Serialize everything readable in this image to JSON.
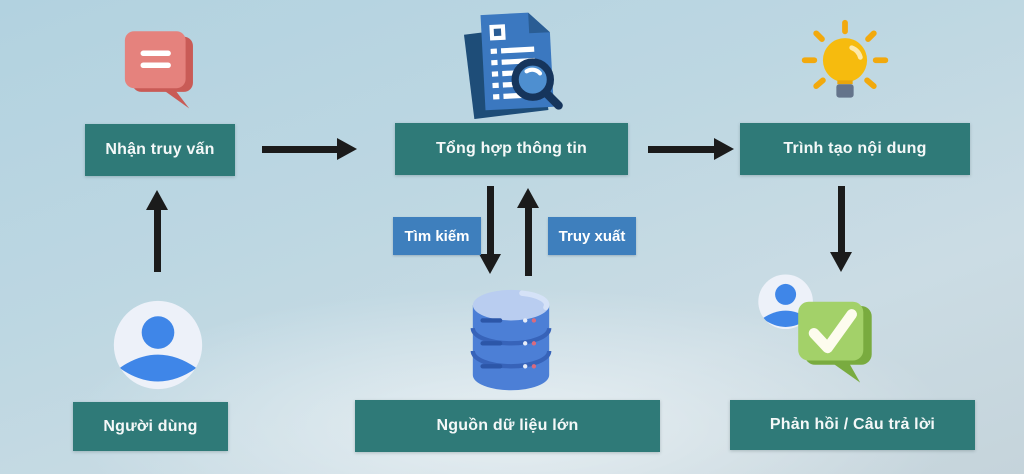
{
  "diagram": {
    "nodes": [
      {
        "id": "receive-query",
        "label": "Nhận truy vấn",
        "icon": "chat-bubble-icon"
      },
      {
        "id": "synthesize-info",
        "label": "Tổng hợp thông tin",
        "icon": "document-search-icon"
      },
      {
        "id": "content-generator",
        "label": "Trình tạo nội dung",
        "icon": "lightbulb-icon"
      },
      {
        "id": "user",
        "label": "Người dùng",
        "icon": "user-icon"
      },
      {
        "id": "data-source",
        "label": "Nguồn dữ liệu lớn",
        "icon": "database-icon"
      },
      {
        "id": "response",
        "label": "Phản hồi / Câu trả lời",
        "icon": "feedback-check-icon"
      }
    ],
    "edge_labels": [
      {
        "id": "search",
        "label": "Tìm kiếm"
      },
      {
        "id": "retrieve",
        "label": "Truy xuất"
      }
    ],
    "flow": [
      "user -> receive-query",
      "receive-query -> synthesize-info",
      "synthesize-info -> data-source (Tìm kiếm)",
      "data-source -> synthesize-info (Truy xuất)",
      "synthesize-info -> content-generator",
      "content-generator -> response"
    ],
    "colors": {
      "node_bg": "#2f7a78",
      "edge_label_bg": "#3e7fbd",
      "arrow": "#1b1b1b",
      "background_top": "#b2d2e0",
      "background_bottom": "#c5d4db",
      "bubble_red": "#e5827d",
      "doc_blue": "#3b78c0",
      "bulb_yellow": "#f6bb0e",
      "db_blue": "#4c7fd6",
      "check_green": "#a3d169",
      "avatar_blue": "#3f86e8"
    }
  }
}
